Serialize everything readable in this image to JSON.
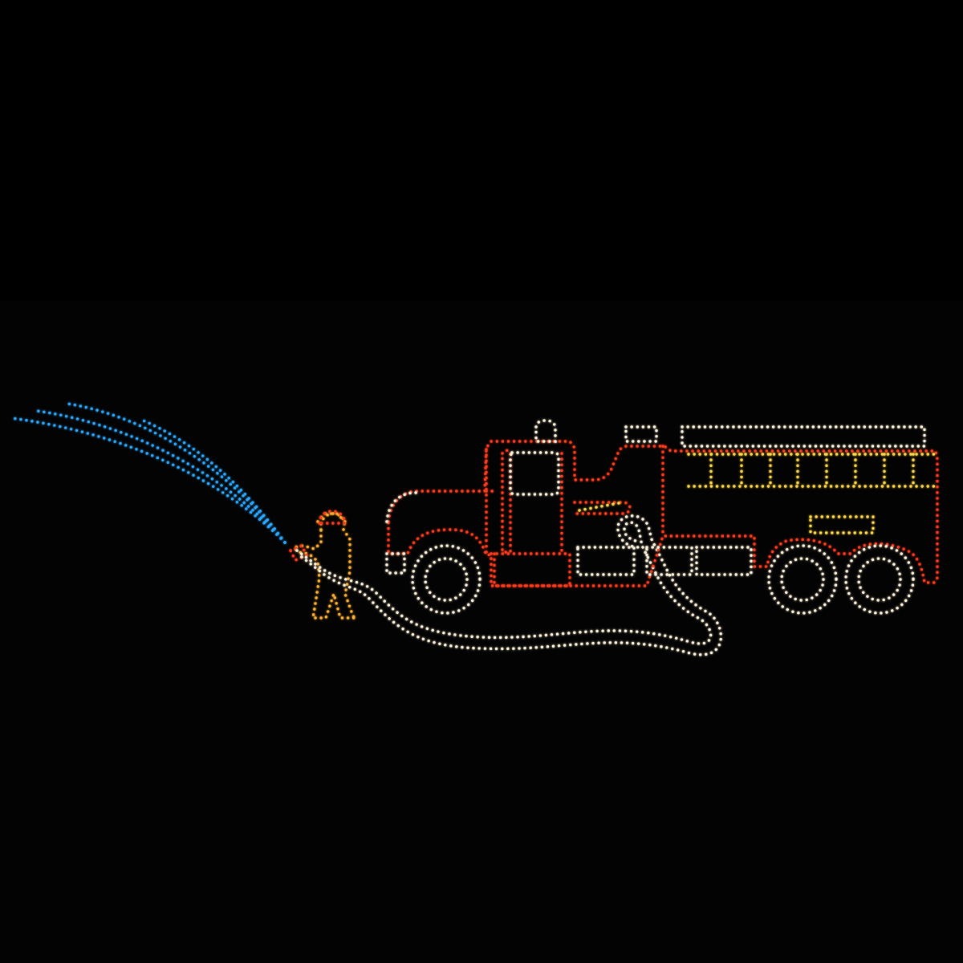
{
  "scene": {
    "subject": "fire-truck-and-firefighter-light-display",
    "colors": {
      "background": "#000000",
      "water_spray": "#2aa8ff",
      "firefighter": "#ffb030",
      "truck_body": "#ff3a1f",
      "truck_outline": "#fff4dc",
      "ladder": "#ffd84a",
      "hose": "#fff4dc"
    },
    "light_strings": [
      {
        "name": "water-spray",
        "color": "water_spray"
      },
      {
        "name": "firefighter",
        "color": "firefighter"
      },
      {
        "name": "fire-hose",
        "color": "hose"
      },
      {
        "name": "truck-body",
        "color": "truck_body"
      },
      {
        "name": "truck-cab-window",
        "color": "truck_outline"
      },
      {
        "name": "truck-ladder",
        "color": "ladder"
      },
      {
        "name": "truck-wheels",
        "color": "truck_outline"
      },
      {
        "name": "truck-compartments",
        "color": "truck_outline"
      }
    ]
  }
}
